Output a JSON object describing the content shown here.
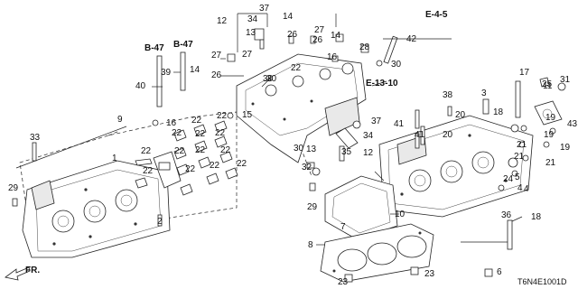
{
  "diagram": {
    "part_code": "T6N4E1001D",
    "front_label": "FR.",
    "refs": [
      "E-4-5",
      "B-47",
      "B-47",
      "E-13-10"
    ],
    "callouts": [
      "37",
      "34",
      "12",
      "13",
      "14",
      "27",
      "26",
      "27",
      "26",
      "14",
      "42",
      "28",
      "16",
      "30",
      "22",
      "30",
      "14",
      "26",
      "27",
      "39",
      "40",
      "30",
      "9",
      "16",
      "15",
      "22",
      "22",
      "22",
      "22",
      "22",
      "22",
      "22",
      "22",
      "22",
      "22",
      "22",
      "1",
      "22",
      "2",
      "22",
      "33",
      "29",
      "38",
      "3",
      "17",
      "25",
      "20",
      "18",
      "41",
      "41",
      "20",
      "4",
      "11",
      "31",
      "21",
      "19",
      "19",
      "19",
      "21",
      "5",
      "21",
      "43",
      "37",
      "34",
      "13",
      "12",
      "30",
      "32",
      "35",
      "29",
      "10",
      "24",
      "4",
      "36",
      "18",
      "8",
      "7",
      "23",
      "23",
      "6"
    ]
  }
}
